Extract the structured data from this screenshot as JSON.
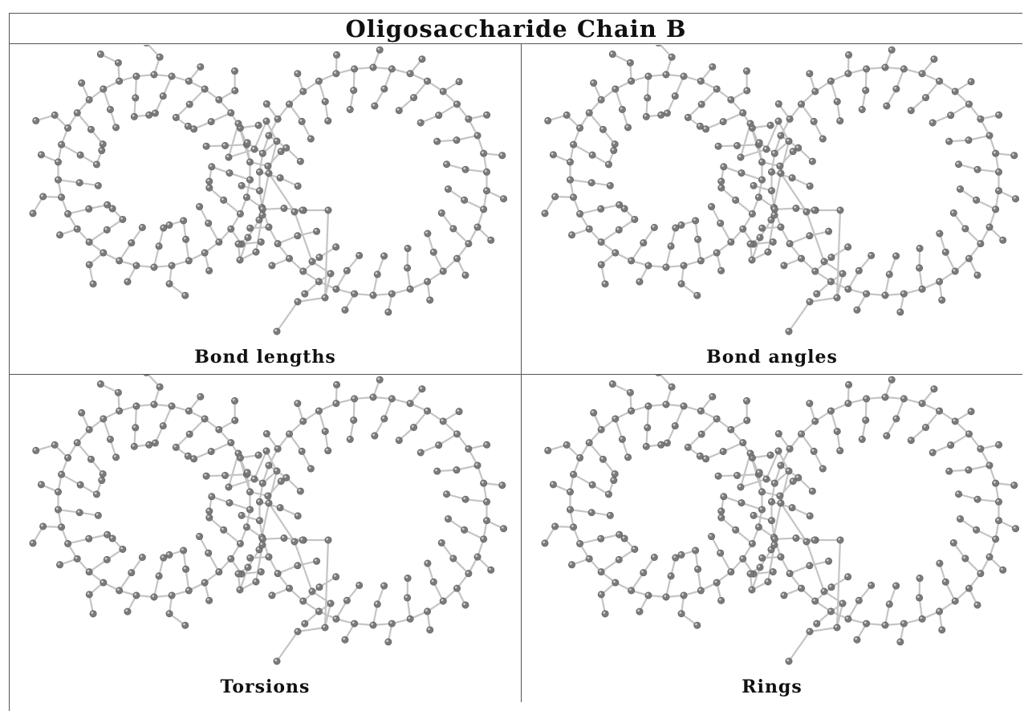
{
  "title": "Oligosaccharide Chain B",
  "panels": [
    {
      "caption": "Bond lengths"
    },
    {
      "caption": "Bond angles"
    },
    {
      "caption": "Torsions"
    },
    {
      "caption": "Rings"
    }
  ],
  "colors": {
    "atom": "#7a7a7a",
    "atom_highlight": "#d0d0d0",
    "bond": "#c4c4c4",
    "frame": "#555555"
  }
}
